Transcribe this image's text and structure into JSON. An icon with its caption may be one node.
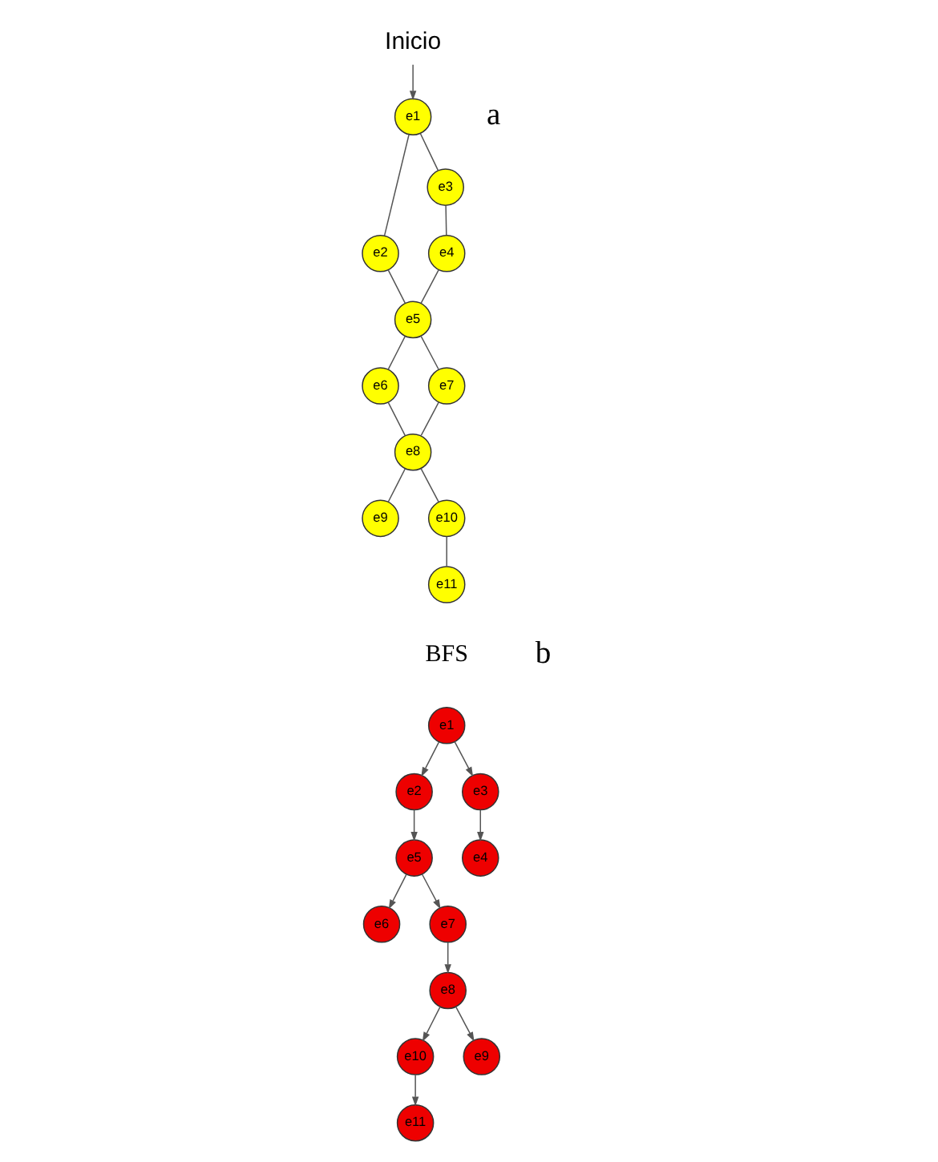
{
  "diagram": {
    "nodes": [
      {
        "text": [
          "e1"
        ]
      },
      {
        "text": [
          "e2"
        ]
      },
      {
        "text": [
          "e3"
        ]
      },
      {
        "text": [
          "e4"
        ]
      },
      {
        "text": [
          "e5"
        ]
      },
      {
        "text": [
          "e6"
        ]
      },
      {
        "text": [
          "e7"
        ]
      },
      {
        "text": [
          "e8"
        ]
      },
      {
        "text": [
          "e9"
        ]
      },
      {
        "text": [
          "e10"
        ]
      },
      {
        "text": [
          "e11"
        ]
      },
      {
        "text": [
          "Inicio"
        ]
      },
      {
        "text": [
          "e11"
        ]
      },
      {
        "text": [
          "e10"
        ]
      },
      {
        "text": [
          "e9"
        ]
      },
      {
        "text": [
          "e8"
        ]
      },
      {
        "text": [
          "e6"
        ]
      },
      {
        "text": [
          "e7"
        ]
      },
      {
        "text": [
          "e5"
        ]
      },
      {
        "text": [
          "e4"
        ]
      },
      {
        "text": [
          "e2"
        ]
      },
      {
        "text": [
          "e1"
        ]
      },
      {
        "text": [
          "e3"
        ]
      }
    ],
    "edges": [
      {
        "from": 0,
        "to": 2,
        "arrow": "none"
      },
      {
        "from": 0,
        "to": 1,
        "arrow": "none"
      },
      {
        "from": 2,
        "to": 3,
        "arrow": "none"
      },
      {
        "from": 3,
        "to": 4,
        "arrow": "none"
      },
      {
        "from": 1,
        "to": 4,
        "arrow": "none"
      },
      {
        "from": 4,
        "to": 5,
        "arrow": "none"
      },
      {
        "from": 4,
        "to": 6,
        "arrow": "none"
      },
      {
        "from": 5,
        "to": 7,
        "arrow": "none"
      },
      {
        "from": 6,
        "to": 7,
        "arrow": "none"
      },
      {
        "from": 7,
        "to": 8,
        "arrow": "none"
      },
      {
        "from": 7,
        "to": 9,
        "arrow": "none"
      },
      {
        "from": 9,
        "to": 10,
        "arrow": "none"
      },
      {
        "from": 11,
        "to": 0,
        "arrow": "to"
      },
      {
        "from": 21,
        "to": 20,
        "arrow": "to"
      },
      {
        "from": 21,
        "to": 22,
        "arrow": "to"
      },
      {
        "from": 22,
        "to": 19,
        "arrow": "to"
      },
      {
        "from": 20,
        "to": 18,
        "arrow": "to"
      },
      {
        "from": 18,
        "to": 16,
        "arrow": "to"
      },
      {
        "from": 18,
        "to": 17,
        "arrow": "to"
      },
      {
        "from": 17,
        "to": 15,
        "arrow": "to"
      },
      {
        "from": 15,
        "to": 14,
        "arrow": "to"
      },
      {
        "from": 15,
        "to": 13,
        "arrow": "to"
      },
      {
        "from": 13,
        "to": 12,
        "arrow": "to"
      }
    ],
    "labels": [
      "a",
      "b",
      "BFS"
    ]
  }
}
